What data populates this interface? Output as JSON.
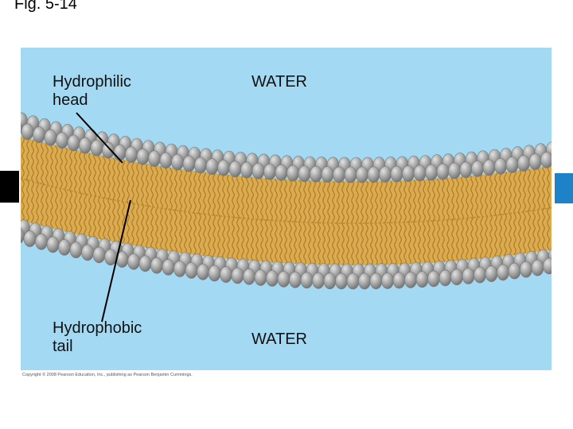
{
  "figure_label": "Fig. 5-14",
  "labels": {
    "head_line1": "Hydrophilic",
    "head_line2": "head",
    "tail_line1": "Hydrophobic",
    "tail_line2": "tail",
    "water_top": "WATER",
    "water_bottom": "WATER"
  },
  "copyright": "Copyright © 2008 Pearson Education, Inc., publishing as Pearson Benjamin Cummings.",
  "colors": {
    "water": "#a3d9f2",
    "head": "#a3a3a3",
    "tail": "#dcab4f"
  }
}
